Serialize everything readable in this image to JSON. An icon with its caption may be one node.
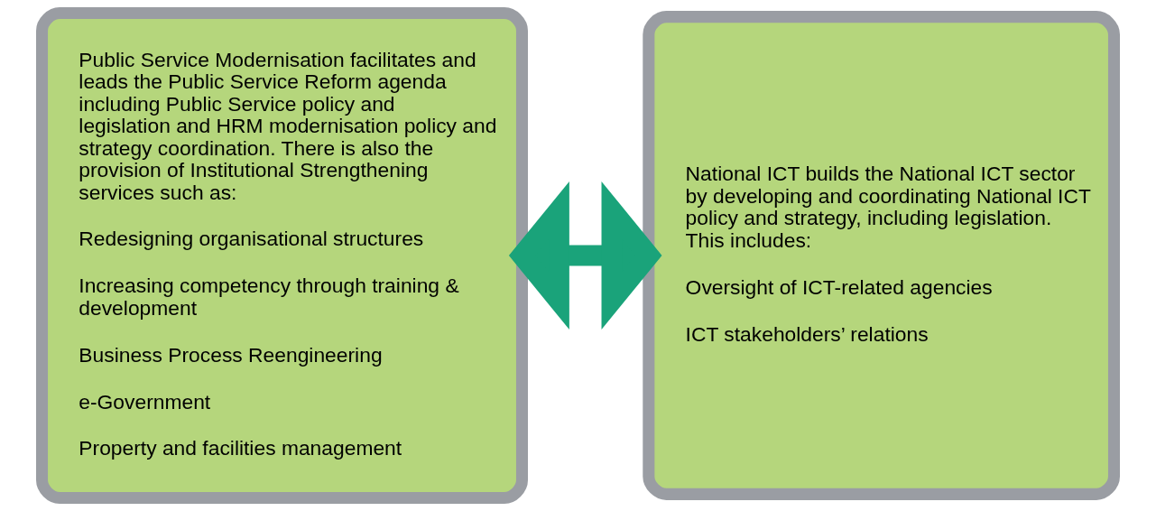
{
  "diagram": {
    "nodes": [
      {
        "text": [
          "Public Service Modernisation facilitates and leads the Public Service Reform agenda including Public Service policy and legislation and HRM modernisation policy and strategy coordination. There is also the provision of Institutional Strengthening services such as:",
          "Redesigning organisational structures",
          "Increasing competency through training & development",
          "Business Process Reengineering",
          "e-Government",
          "Property and facilities management"
        ]
      },
      {
        "text": [
          "National ICT builds the National ICT sector by developing and coordinating National ICT policy and strategy, including legislation. This includes:",
          "Oversight of ICT-related agencies",
          "ICT stakeholders’ relations"
        ]
      }
    ],
    "edges": [
      {
        "from": 0,
        "to": 1,
        "arrow": "both"
      }
    ]
  }
}
